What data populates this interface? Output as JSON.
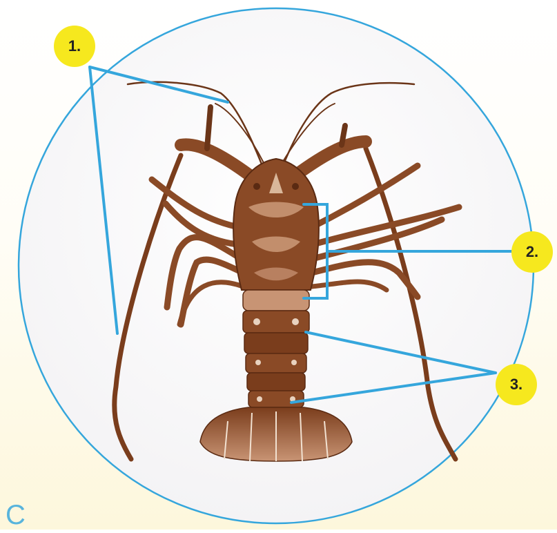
{
  "labels": [
    {
      "id": "1",
      "text": "1."
    },
    {
      "id": "2",
      "text": "2."
    },
    {
      "id": "3",
      "text": "3."
    }
  ],
  "footer_fragment": "C",
  "colors": {
    "circle_stroke": "#35a6dc",
    "leader_line": "#35a6dc",
    "badge_fill": "#f6e81e",
    "lobster_body": "#8a4a26",
    "lobster_dark": "#5a2a12",
    "lobster_light": "#d9b79a"
  }
}
